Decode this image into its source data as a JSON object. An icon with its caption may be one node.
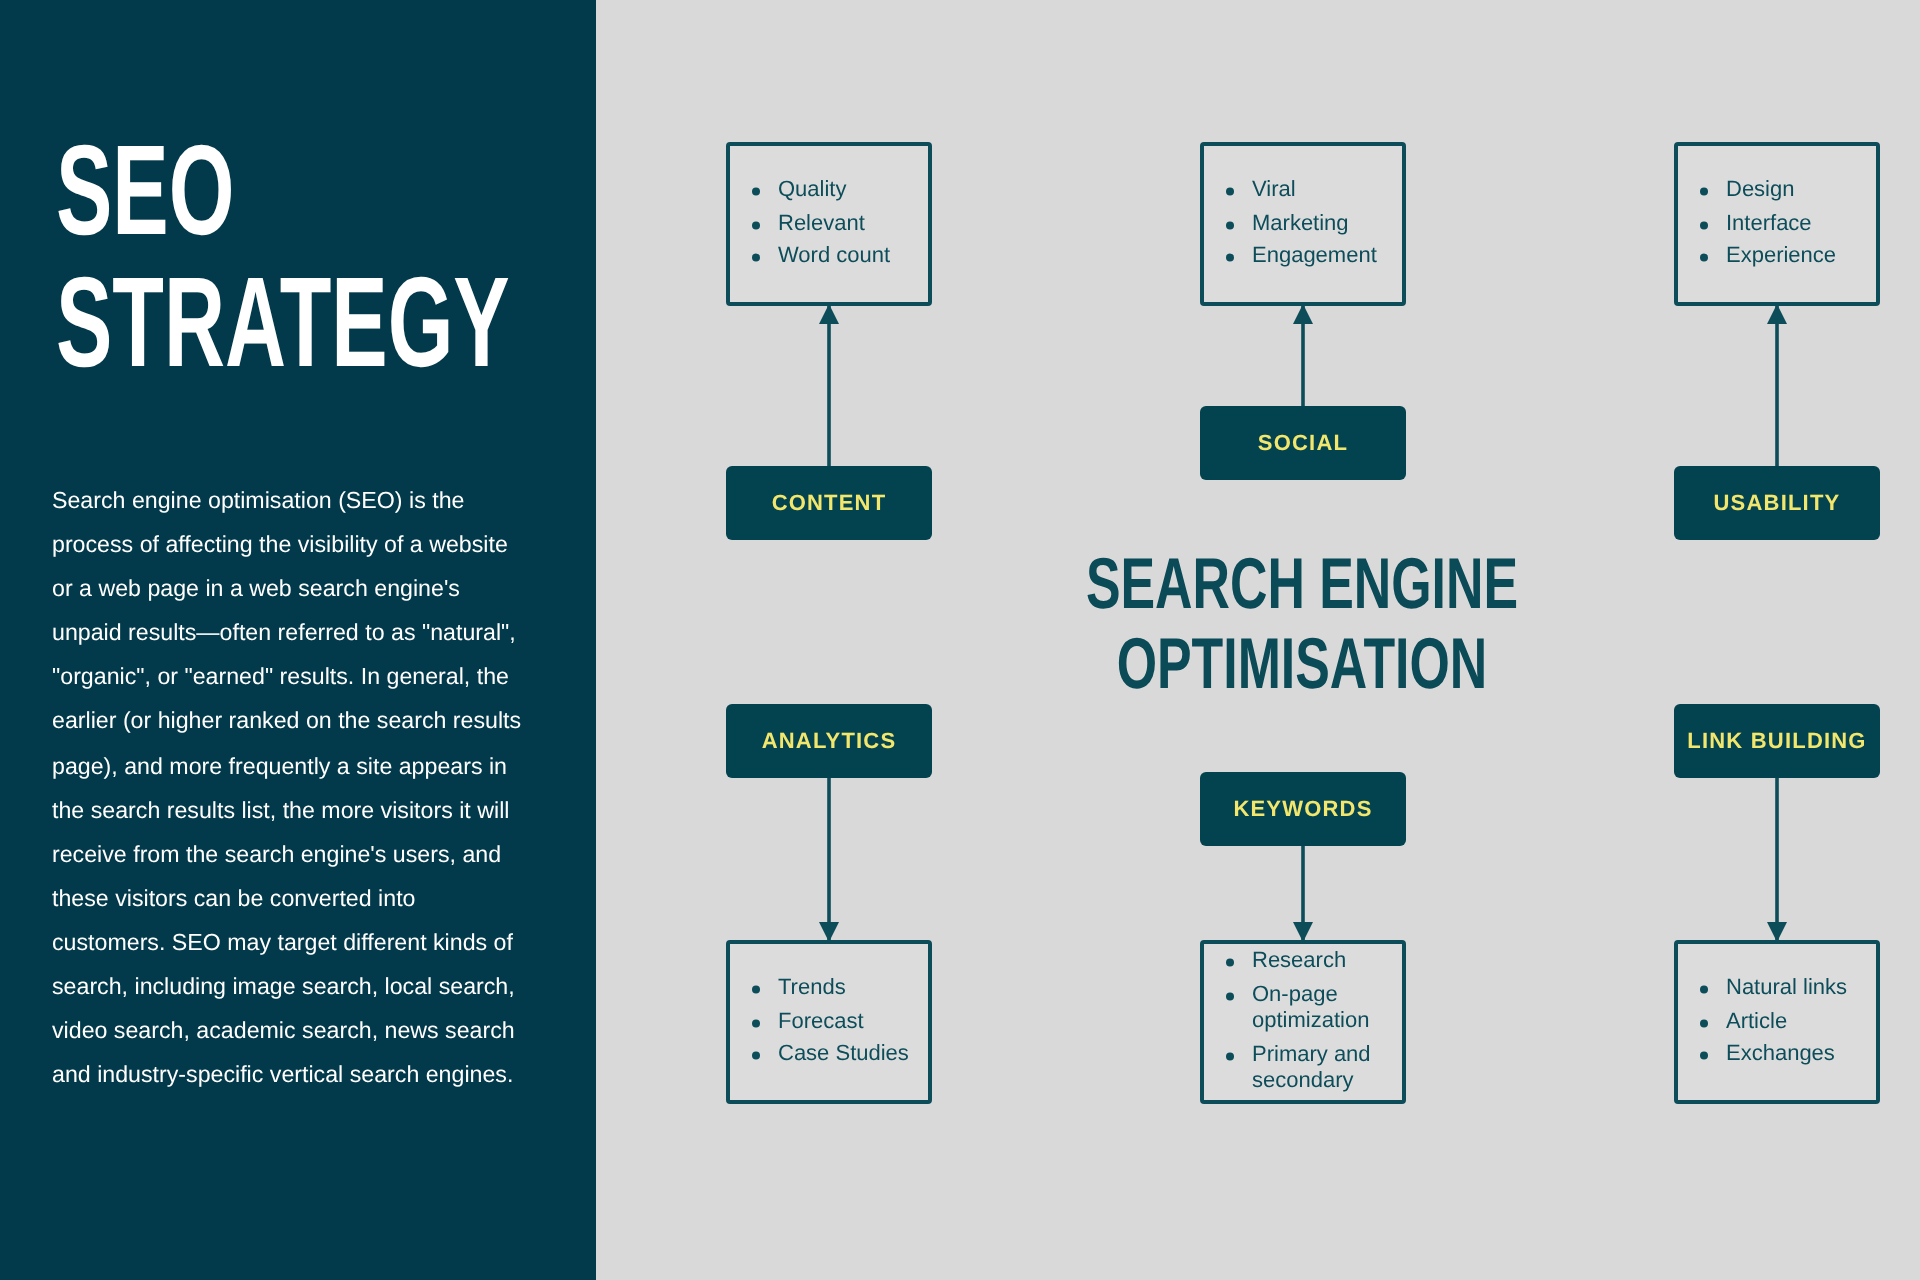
{
  "diagram": {
    "title": "SEO STRATEGY",
    "nodes": [
      {
        "text": [
          "Quality",
          "Relevant",
          "Word count"
        ]
      },
      {
        "text": [
          "Viral",
          "Marketing",
          "Engagement"
        ]
      },
      {
        "text": [
          "Design",
          "Interface",
          "Experience"
        ]
      },
      {
        "text": [
          "CONTENT"
        ]
      },
      {
        "text": [
          "SOCIAL"
        ]
      },
      {
        "text": [
          "USABILITY"
        ]
      },
      {
        "text": [
          "ANALYTICS"
        ]
      },
      {
        "text": [
          "KEYWORDS"
        ]
      },
      {
        "text": [
          "LINK BUILDING"
        ]
      },
      {
        "text": [
          "Trends",
          "Forecast",
          "Case Studies"
        ]
      },
      {
        "text": [
          "Research",
          "On-page optimization",
          "Primary and secondary"
        ]
      },
      {
        "text": [
          "Natural links",
          "Article",
          "Exchanges"
        ]
      }
    ],
    "edges": [
      {
        "from": 3,
        "to": 0,
        "arrow": "to"
      },
      {
        "from": 4,
        "to": 1,
        "arrow": "to"
      },
      {
        "from": 5,
        "to": 2,
        "arrow": "to"
      },
      {
        "from": 6,
        "to": 9,
        "arrow": "to"
      },
      {
        "from": 7,
        "to": 10,
        "arrow": "to"
      },
      {
        "from": 8,
        "to": 11,
        "arrow": "to"
      }
    ],
    "labels": [
      "Search engine optimisation (SEO) is the process of affecting the visibility of a website or a web page in a web search engine's unpaid results—often referred to as \"natural\", \"organic\", or \"earned\" results. In general, the earlier (or higher ranked on the search results page), and more frequently a site appears in the search results list, the more visitors it will receive from the search engine's users, and these visitors can be converted into customers. SEO may target different kinds of search, including image search, local search, video search, academic search, news search and industry-specific vertical search engines.",
      "SEARCH ENGINE OPTIMISATION"
    ]
  }
}
